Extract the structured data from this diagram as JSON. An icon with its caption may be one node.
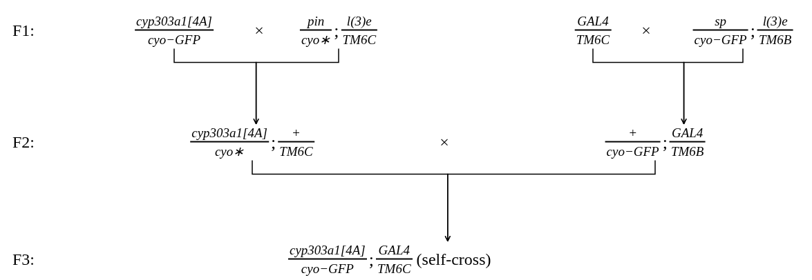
{
  "diagram": {
    "nodes": [
      {
        "text": [
          "cyp303a1[4A]",
          "cyo−GFP"
        ]
      },
      {
        "text": [
          "pin",
          "cyo∗",
          ";",
          "l(3)e",
          "TM6C"
        ]
      },
      {
        "text": [
          "GAL4",
          "TM6C"
        ]
      },
      {
        "text": [
          "sp",
          "cyo−GFP",
          ";",
          "l(3)e",
          "TM6B"
        ]
      },
      {
        "text": [
          "cyp303a1[4A]",
          "cyo∗",
          ";",
          "+",
          "TM6C"
        ]
      },
      {
        "text": [
          "+",
          "cyo−GFP",
          ";",
          "GAL4",
          "TM6B"
        ]
      },
      {
        "text": [
          "cyp303a1[4A]",
          "cyo−GFP",
          ";",
          "GAL4",
          "TM6C",
          "(self-cross)"
        ]
      }
    ],
    "edges": [
      {
        "from": 0,
        "to": 4,
        "arrow": "to"
      },
      {
        "from": 1,
        "to": 4,
        "arrow": "to"
      },
      {
        "from": 2,
        "to": 5,
        "arrow": "to"
      },
      {
        "from": 3,
        "to": 5,
        "arrow": "to"
      },
      {
        "from": 4,
        "to": 6,
        "arrow": "to"
      },
      {
        "from": 5,
        "to": 6,
        "arrow": "to"
      }
    ],
    "labels": [
      "F1:",
      "×",
      "×",
      "F2:",
      "×",
      "F3:"
    ]
  }
}
